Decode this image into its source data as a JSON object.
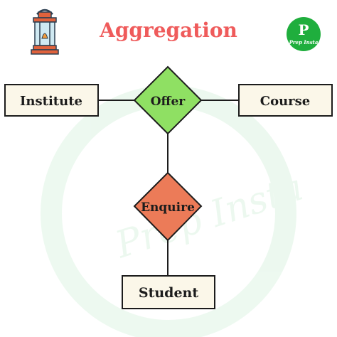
{
  "title": "Aggregation",
  "entities": {
    "institute": "Institute",
    "course": "Course",
    "student": "Student"
  },
  "relationships": {
    "offer": "Offer",
    "enquire": "Enquire"
  },
  "logo": {
    "letter": "P",
    "brand": "Prep Insta"
  },
  "watermark": "Prep Insta",
  "colors": {
    "title": "#ef5b5b",
    "entity_fill": "#fbf7e9",
    "offer_fill": "#8fe063",
    "enquire_fill": "#ec7b58",
    "logo_green": "#1fae3d"
  },
  "icons": [
    "lantern-icon",
    "prepinsta-logo-icon"
  ]
}
